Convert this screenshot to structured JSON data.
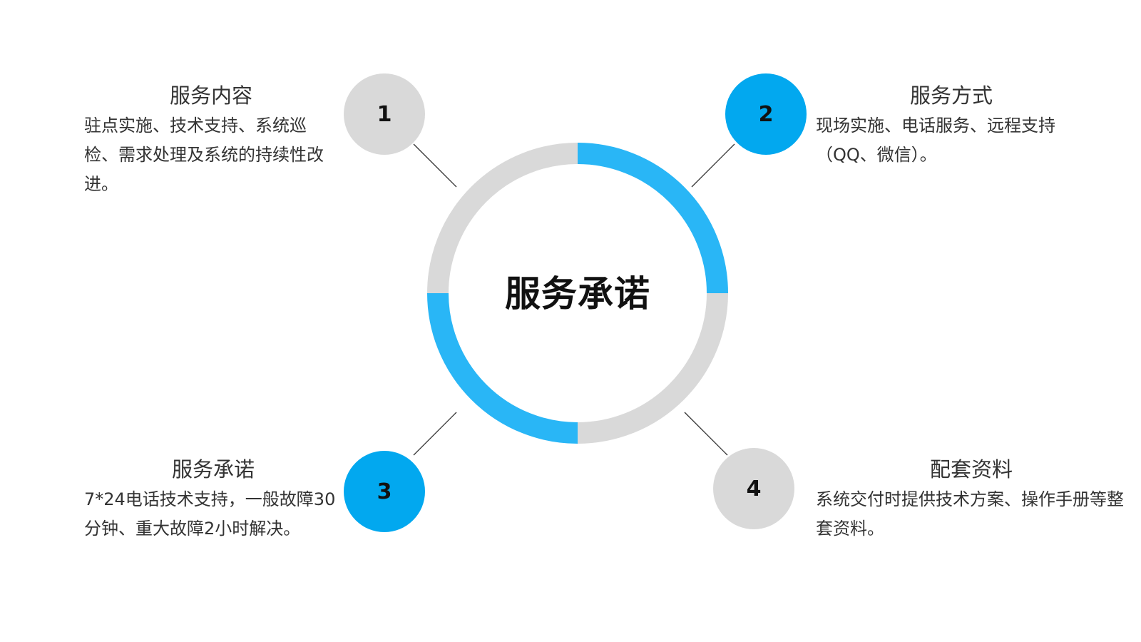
{
  "center": {
    "title": "服务承诺"
  },
  "colors": {
    "accent_light": "#29b6f6",
    "accent": "#02a8ef",
    "neutral": "#d9d9d9",
    "connector": "#333333"
  },
  "items": [
    {
      "number": "1",
      "title": "服务内容",
      "description": "驻点实施、技术支持、系统巡检、需求处理及系统的持续性改进。",
      "badge_color": "gray"
    },
    {
      "number": "2",
      "title": "服务方式",
      "description": "现场实施、电话服务、远程支持（QQ、微信）。",
      "badge_color": "blue"
    },
    {
      "number": "3",
      "title": "服务承诺",
      "description": "7*24电话技术支持，一般故障30分钟、重大故障2小时解决。",
      "badge_color": "blue"
    },
    {
      "number": "4",
      "title": "配套资料",
      "description": "系统交付时提供技术方案、操作手册等整套资料。",
      "badge_color": "gray"
    }
  ]
}
